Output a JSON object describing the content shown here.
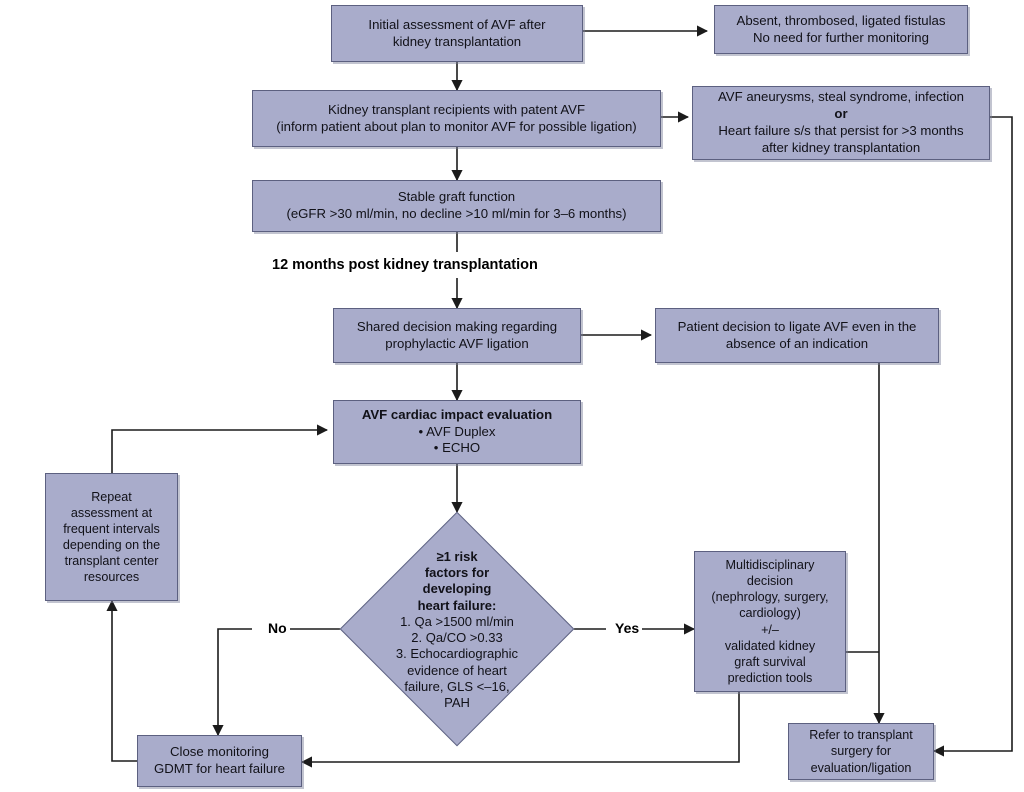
{
  "diagram": {
    "title": "AVF management algorithm after kidney transplantation",
    "colors": {
      "node_fill": "#a9accb",
      "node_border": "#5c6080",
      "line": "#1b1b1b",
      "background": "#ffffff",
      "text": "#111118"
    },
    "nodes": {
      "initial_assessment": {
        "line1": "Initial assessment of AVF after",
        "line2": "kidney transplantation"
      },
      "absent_fistulas": {
        "line1": "Absent, thrombosed, ligated fistulas",
        "line2": "No need for further monitoring"
      },
      "patent_avf": {
        "line1": "Kidney transplant recipients with patent AVF",
        "line2": "(inform patient about plan to monitor AVF for possible ligation)"
      },
      "complications": {
        "line1": "AVF aneurysms, steal syndrome, infection",
        "line2": "or",
        "line3": "Heart failure s/s that persist for >3 months",
        "line4": "after kidney transplantation"
      },
      "stable_graft": {
        "line1": "Stable graft function",
        "line2": "(eGFR >30 ml/min, no decline >10 ml/min for 3–6 months)"
      },
      "shared_decision": {
        "line1": "Shared decision making regarding",
        "line2": "prophylactic AVF ligation"
      },
      "patient_decision": {
        "line1": "Patient decision to ligate AVF even in the",
        "line2": "absence of an indication"
      },
      "cardiac_impact": {
        "heading": "AVF cardiac impact evaluation",
        "bullet1": "• AVF Duplex",
        "bullet2": "• ECHO"
      },
      "risk_decision": {
        "heading1": "≥1 risk",
        "heading2": "factors for",
        "heading3": "developing",
        "heading4": "heart failure:",
        "item1": "1. Qa >1500 ml/min",
        "item2": "2. Qa/CO >0.33",
        "item3": "3. Echocardiographic",
        "item4": "evidence of heart",
        "item5": "failure, GLS <–16,",
        "item6": "PAH"
      },
      "repeat_assessment": {
        "line1": "Repeat",
        "line2": "assessment at",
        "line3": "frequent intervals",
        "line4": "depending on the",
        "line5": "transplant center",
        "line6": "resources"
      },
      "multidisciplinary": {
        "line1": "Multidisciplinary",
        "line2": "decision",
        "line3": "(nephrology, surgery,",
        "line4": "cardiology)",
        "line5": "+/–",
        "line6": "validated kidney",
        "line7": "graft survival",
        "line8": "prediction tools"
      },
      "close_monitoring": {
        "line1": "Close monitoring",
        "line2": "GDMT for heart failure"
      },
      "refer_surgery": {
        "line1": "Refer to transplant",
        "line2": "surgery for",
        "line3": "evaluation/ligation"
      }
    },
    "labels": {
      "twelve_months": "12 months post kidney transplantation",
      "no_branch": "No",
      "yes_branch": "Yes"
    }
  }
}
